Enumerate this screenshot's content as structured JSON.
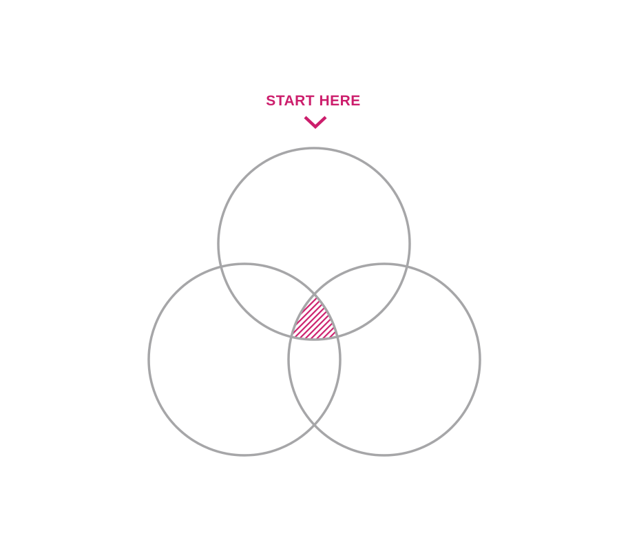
{
  "start_label": "START HERE",
  "colors": {
    "accent": "#cc1e6c",
    "circle_stroke": "#a6a6a8",
    "background": "#ffffff"
  },
  "circles": [
    {
      "name": "top-circle"
    },
    {
      "name": "left-circle"
    },
    {
      "name": "right-circle"
    }
  ],
  "highlight": {
    "name": "center-intersection",
    "pattern": "diagonal-hatch"
  },
  "pointer_icon": "chevron-down-icon"
}
